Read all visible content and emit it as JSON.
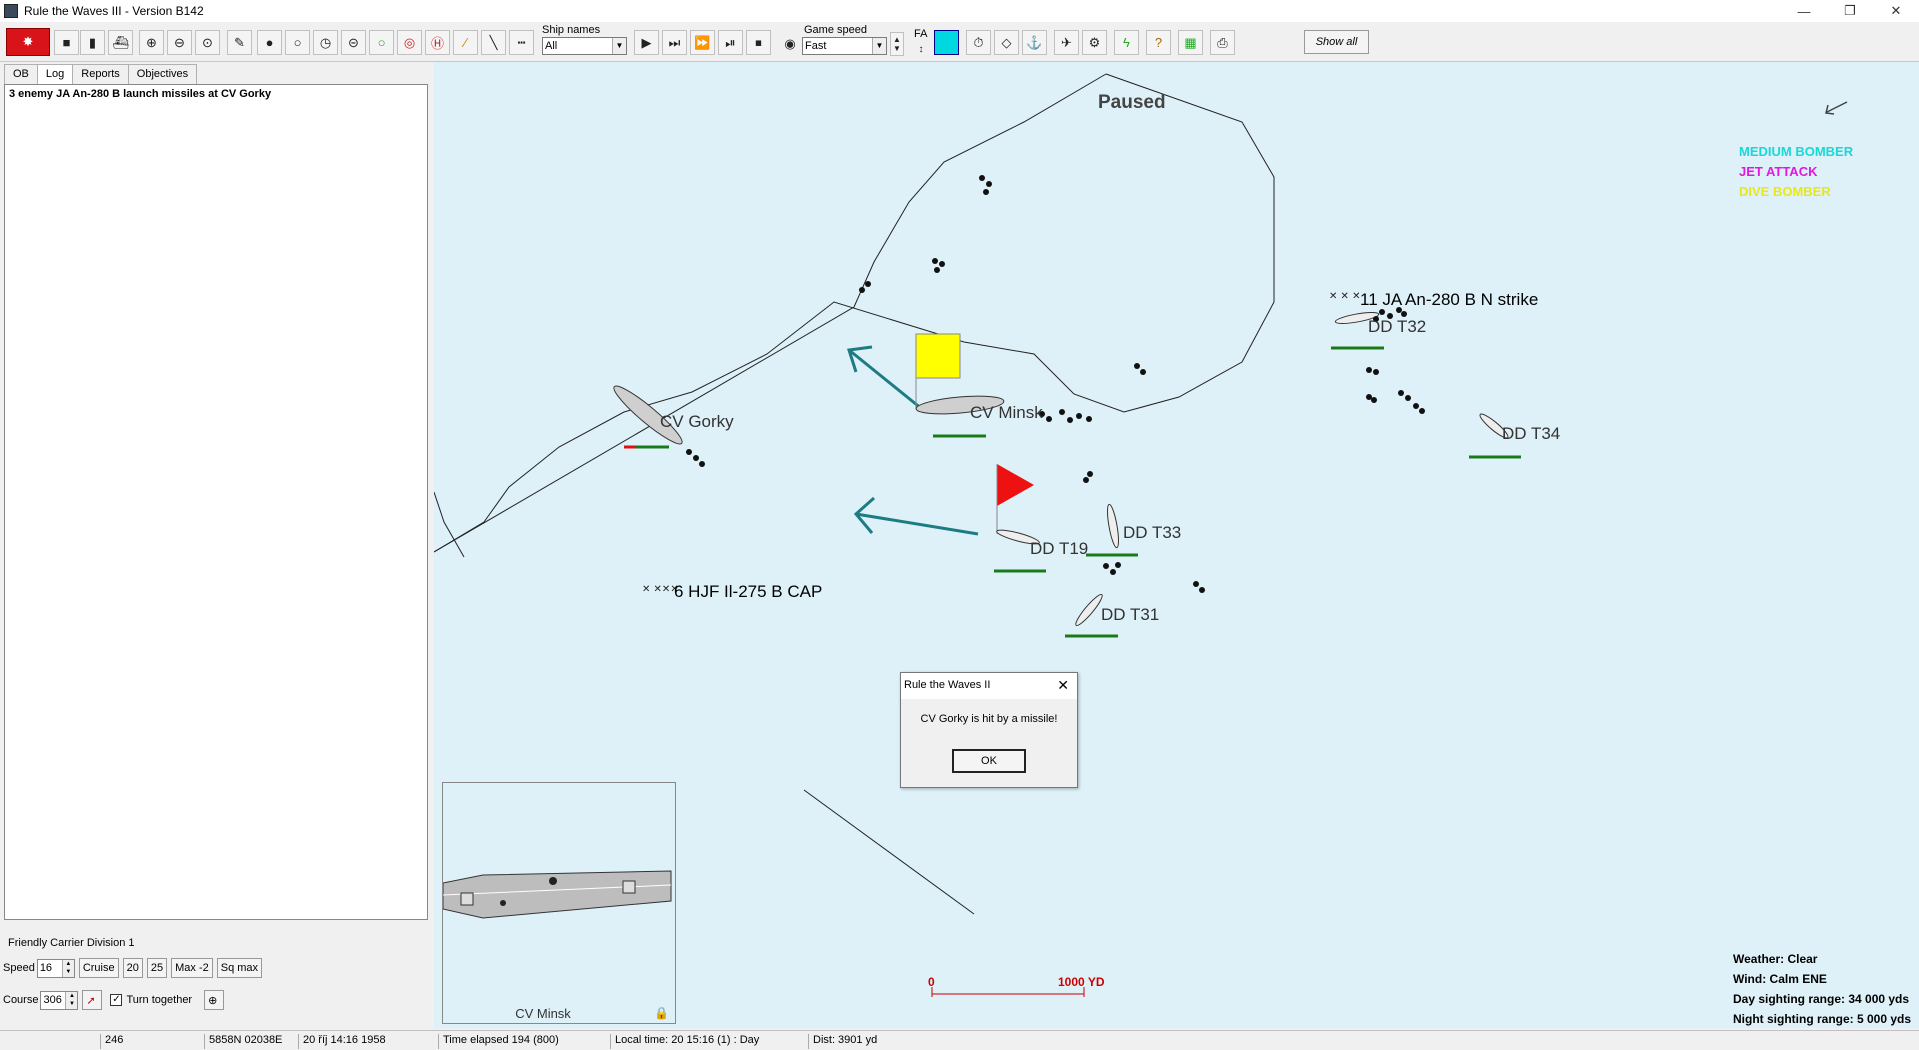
{
  "window": {
    "title": "Rule the Waves III - Version B142",
    "minimize": "—",
    "restore": "❐",
    "close": "✕"
  },
  "toolbar": {
    "ship_names_label": "Ship names",
    "ship_names_value": "All",
    "game_speed_label": "Game speed",
    "game_speed_value": "Fast",
    "fa_label": "FA",
    "show_all": "Show all",
    "icons": [
      "flag-icon",
      "save-icon",
      "battery-icon",
      "ship-icon",
      "zoom-in-icon",
      "zoom-out-icon",
      "zoom-reset-icon",
      "pen-icon",
      "bomb-icon",
      "circle-icon",
      "circle-clock-icon",
      "minus-circle-icon",
      "green-circle-icon",
      "red-circle-icon",
      "h-circle-icon",
      "line-icon",
      "diagonal-icon",
      "dashed-icon"
    ],
    "media_icons": [
      "play-icon",
      "next-icon",
      "skip-icon",
      "step-icon",
      "stop-icon"
    ],
    "right_icons": [
      "timer-icon",
      "eraser-icon",
      "torpedo-icon",
      "aircraft-icon",
      "gear-icon",
      "lightning-icon",
      "help-icon",
      "map-icon",
      "print-icon"
    ]
  },
  "left_panel": {
    "tabs": [
      {
        "label": "OB",
        "active": false
      },
      {
        "label": "Log",
        "active": true
      },
      {
        "label": "Reports",
        "active": false
      },
      {
        "label": "Objectives",
        "active": false
      }
    ],
    "log_entries": [
      "3 enemy JA An-280 B launch missiles at CV Gorky"
    ],
    "division": "Friendly Carrier Division 1",
    "speed_label": "Speed",
    "speed_value": "16",
    "speed_buttons": [
      "Cruise",
      "20",
      "25",
      "Max -2",
      "Sq max"
    ],
    "course_label": "Course",
    "course_value": "306",
    "turn_together": "Turn together",
    "turn_together_checked": "✓"
  },
  "map": {
    "paused": "Paused",
    "ships": [
      {
        "name": "CV Gorky"
      },
      {
        "name": "CV Minsk"
      },
      {
        "name": "DD T19"
      },
      {
        "name": "DD T33"
      },
      {
        "name": "DD T31"
      },
      {
        "name": "DD T32"
      },
      {
        "name": "DD T34"
      }
    ],
    "flights": [
      {
        "name": "11 JA An-280 B N strike"
      },
      {
        "name": "6 HJF Il-275 B CAP"
      }
    ],
    "legend": [
      {
        "label": "MEDIUM BOMBER",
        "color": "#18d8d8"
      },
      {
        "label": "JET ATTACK",
        "color": "#e018e0"
      },
      {
        "label": "DIVE BOMBER",
        "color": "#e8e818"
      }
    ],
    "scale": {
      "start": "0",
      "end": "1000 YD"
    },
    "info": {
      "weather": "Weather: Clear",
      "wind": "Wind: Calm  ENE",
      "day_range": "Day sighting range: 34 000 yds",
      "night_range": "Night sighting range: 5 000 yds"
    },
    "preview_label": "CV Minsk"
  },
  "dialog": {
    "title": "Rule the Waves II",
    "message": "CV Gorky is hit by a missile!",
    "ok": "OK",
    "close": "✕"
  },
  "status": {
    "cells": [
      "246",
      "5858N 02038E",
      "20 říj 14:16 1958",
      "Time elapsed 194 (800)",
      "Local time: 20 15:16 (1) : Day",
      "Dist: 3901 yd"
    ]
  }
}
